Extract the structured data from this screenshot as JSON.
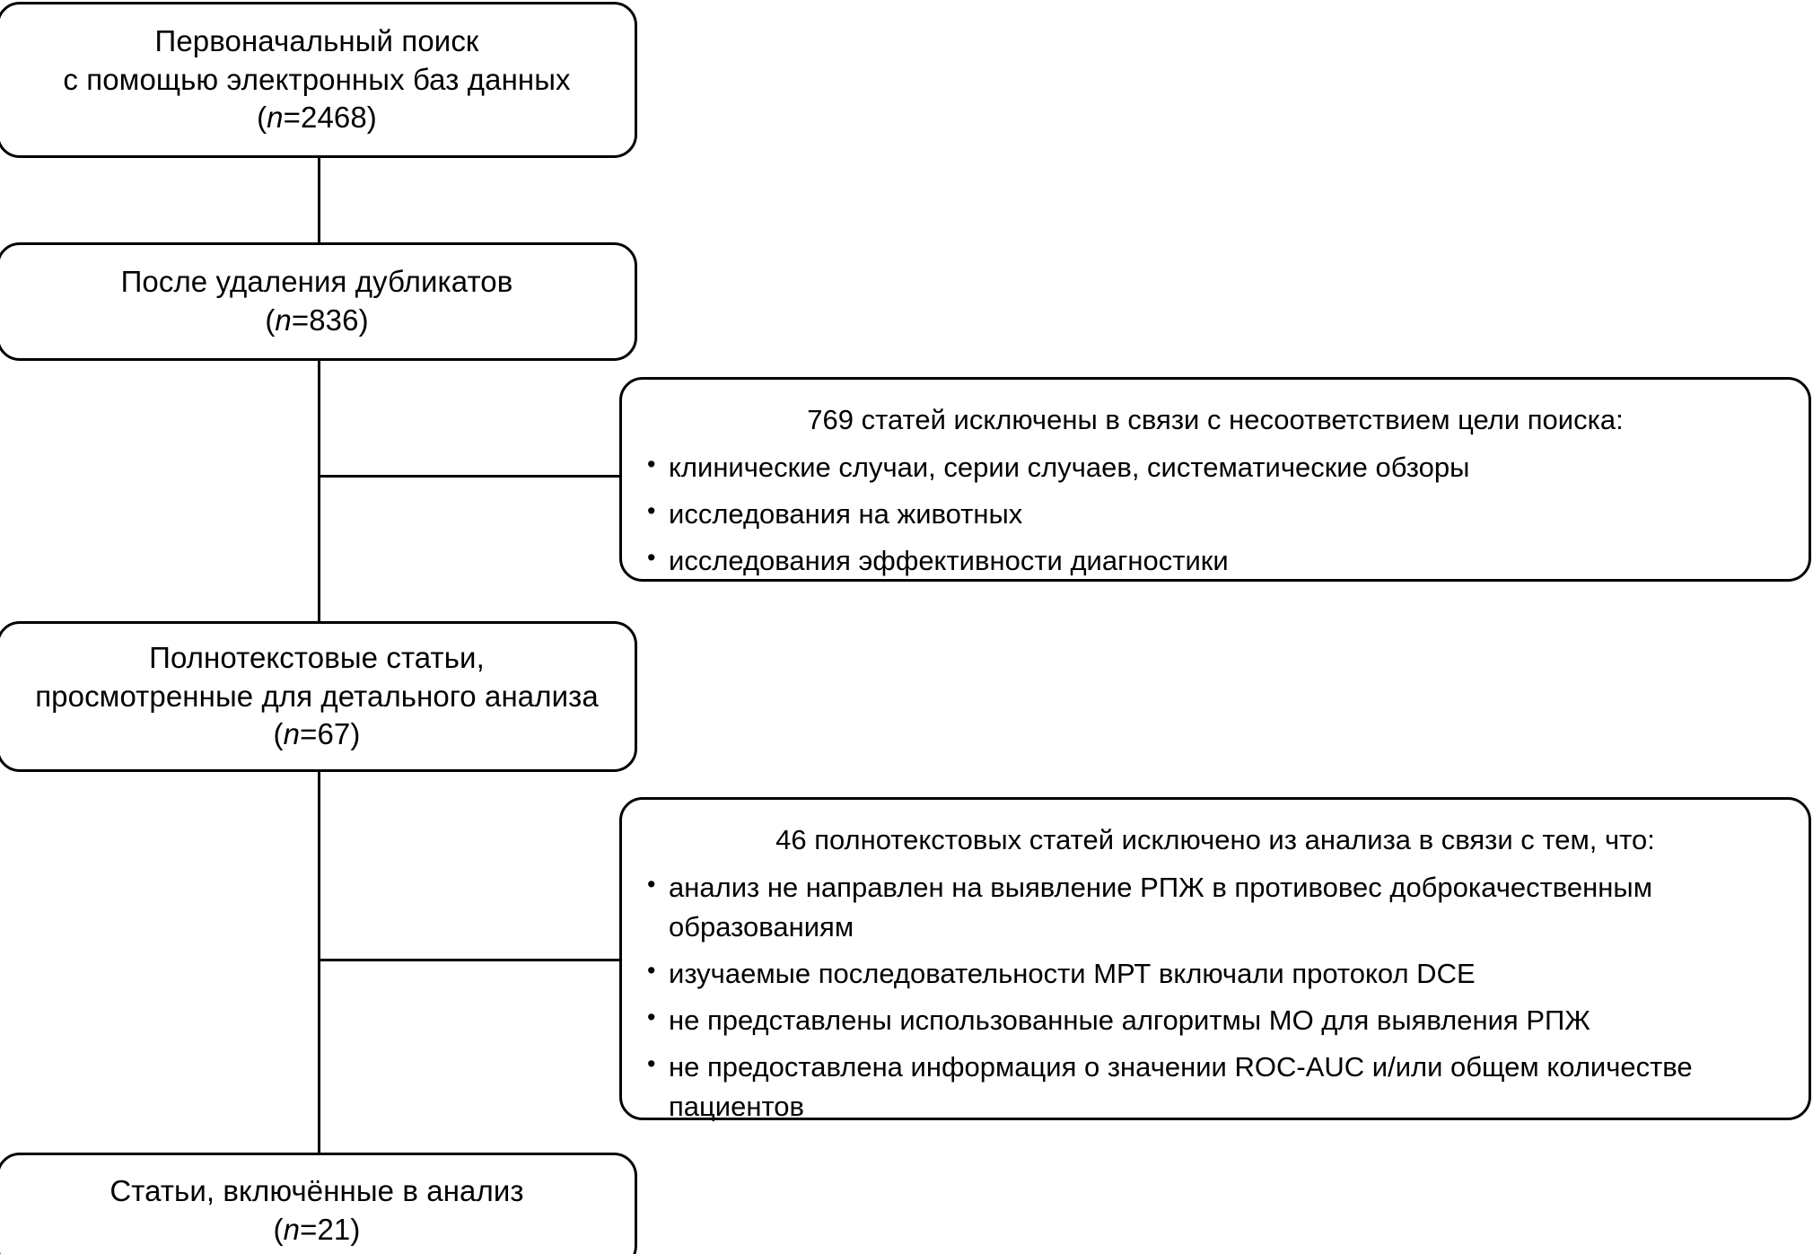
{
  "diagram": {
    "title": "PRISMA-style study selection flow diagram",
    "stroke_color": "#000000",
    "background_color": "#ffffff",
    "nodes": [
      {
        "id": "initial-search",
        "name": "initial-search-box",
        "lines": [
          "Первоначальный поиск",
          "с помощью электронных баз данных"
        ],
        "count_label": "(n=2468)",
        "count_prefix": "(",
        "count_n": "n",
        "count_value": "=2468)"
      },
      {
        "id": "after-duplicates",
        "name": "after-duplicates-removed-box",
        "lines": [
          "После удаления дубликатов"
        ],
        "count_label": "(n=836)",
        "count_prefix": "(",
        "count_n": "n",
        "count_value": "=836)"
      },
      {
        "id": "fulltext-reviewed",
        "name": "fulltext-articles-reviewed-box",
        "lines": [
          "Полнотекстовые статьи,",
          "просмотренные для детального анализа"
        ],
        "count_label": "(n=67)",
        "count_prefix": "(",
        "count_n": "n",
        "count_value": "=67)"
      },
      {
        "id": "included",
        "name": "articles-included-box",
        "lines": [
          "Статьи, включённые в анализ"
        ],
        "count_label": "(n=21)",
        "count_prefix": "(",
        "count_n": "n",
        "count_value": "=21)"
      }
    ],
    "exclusions": [
      {
        "id": "exclusion-1",
        "name": "exclusion-box-title-mismatch",
        "heading": "769 статей исключены в связи с несоответствием цели поиска:",
        "count": 769,
        "items": [
          "клинические случаи, серии случаев, систематические обзоры",
          "исследования на животных",
          "исследования эффективности диагностики"
        ]
      },
      {
        "id": "exclusion-2",
        "name": "exclusion-box-fulltext-excluded",
        "heading": "46 полнотекстовых статей исключено из анализа в связи с тем, что:",
        "count": 46,
        "items": [
          "анализ не направлен на выявление РПЖ в противовес доброкачественным образованиям",
          "изучаемые последовательности МРТ включали протокол DCE",
          "не представлены использованные алгоритмы МО для выявления РПЖ",
          "не предоставлена информация о значении ROC-AUC и/или общем количестве пациентов"
        ]
      }
    ],
    "flow_counts": {
      "identified": 2468,
      "after_duplicates": 836,
      "excluded_screening": 769,
      "fulltext_assessed": 67,
      "excluded_fulltext": 46,
      "included": 21
    }
  }
}
